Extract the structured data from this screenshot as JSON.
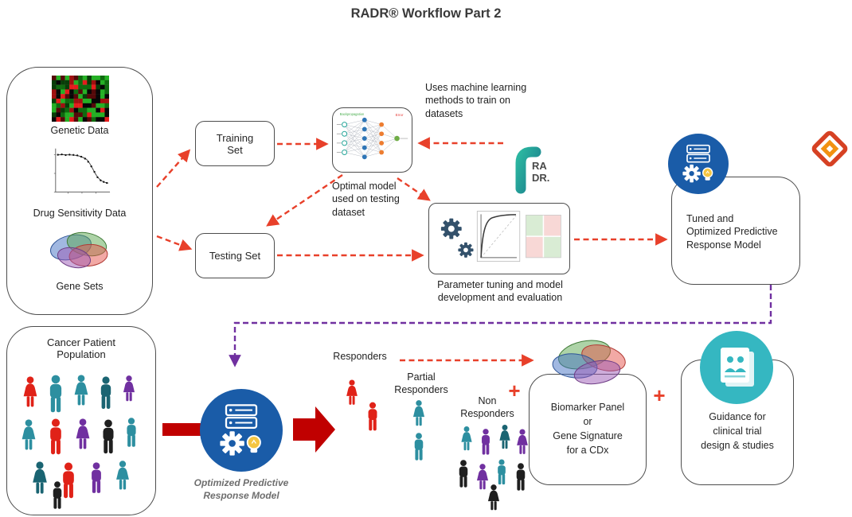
{
  "title": "RADR® Workflow Part 2",
  "colors": {
    "arrow_red": "#E8402A",
    "arrow_dark_red": "#C00000",
    "arrow_purple": "#7030A0",
    "node_blue": "#1A5CA8",
    "node_teal": "#35B7C1",
    "person_red": "#E02218",
    "person_teal": "#2D8FA0",
    "person_dark_teal": "#1A6472",
    "person_purple": "#7030A0",
    "person_black": "#1F1F1F",
    "plus_red": "#E8402A"
  },
  "left_panel": {
    "genetic": "Genetic Data",
    "drug": "Drug Sensitivity Data",
    "gene_sets": "Gene Sets"
  },
  "flow": {
    "training_set": "Training\nSet",
    "testing_set": "Testing Set",
    "ml_note": "Uses machine learning\nmethods to train on\ndatasets",
    "optimal_caption": "Optimal model\nused on testing\ndataset",
    "param_caption": "Parameter tuning and model\ndevelopment and evaluation",
    "tuned_model": "Tuned and\nOptimized Predictive\nResponse Model"
  },
  "radr_logo": {
    "top": "RA",
    "bottom": "DR."
  },
  "bottom": {
    "population": "Cancer Patient\nPopulation",
    "optimized_caption": "Optimized Predictive\nResponse  Model",
    "responders": "Responders",
    "partial": "Partial\nResponders",
    "non": "Non\nResponders",
    "plus1": "+",
    "plus2": "+",
    "biomarker": "Biomarker Panel\nor\nGene Signature\nfor a CDx",
    "guidance": "Guidance for\nclinical trial\ndesign & studies"
  }
}
